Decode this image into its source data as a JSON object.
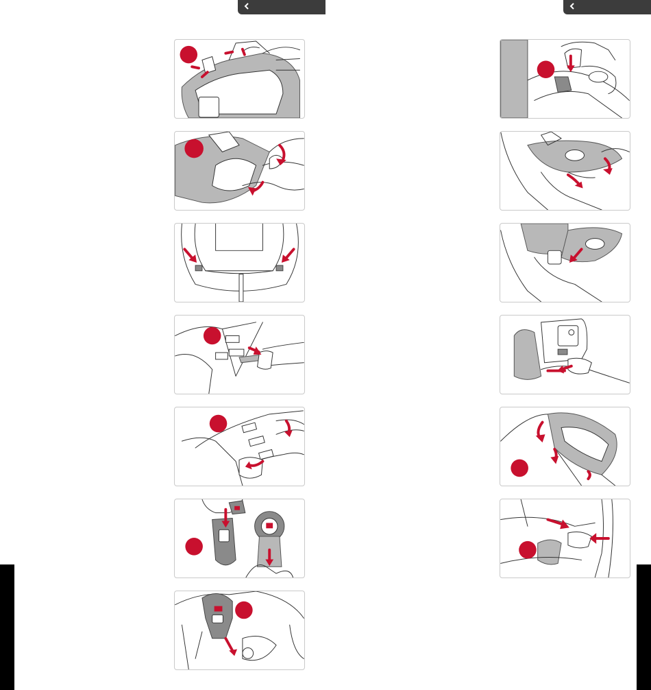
{
  "colors": {
    "accent": "#c8102e",
    "nav_tab": "#3c3c3c",
    "side_bar": "#000000",
    "panel_border": "#c9c9c9"
  },
  "nav": [
    {
      "icon": "chevron-left-icon"
    },
    {
      "icon": "chevron-left-icon"
    }
  ],
  "left_column": {
    "steps": [
      {
        "illustration": "cover-clips-release",
        "has_marker": true
      },
      {
        "illustration": "cover-peel-off",
        "has_marker": true
      },
      {
        "illustration": "shell-hooks-press",
        "has_marker": false
      },
      {
        "illustration": "strap-pull-through",
        "has_marker": true
      },
      {
        "illustration": "buckle-strap-rotate",
        "has_marker": true
      },
      {
        "illustration": "buckle-pads-remove",
        "has_marker": true
      },
      {
        "illustration": "buckle-tongue-insert",
        "has_marker": true
      }
    ]
  },
  "right_column": {
    "steps": [
      {
        "illustration": "headrest-clip-press",
        "has_marker": true
      },
      {
        "illustration": "seat-cover-lift",
        "has_marker": false
      },
      {
        "illustration": "cover-slot-push",
        "has_marker": false
      },
      {
        "illustration": "headrest-harness-pull",
        "has_marker": false
      },
      {
        "illustration": "headrest-cover-fold",
        "has_marker": true
      },
      {
        "illustration": "side-wings-squeeze",
        "has_marker": true
      }
    ]
  }
}
